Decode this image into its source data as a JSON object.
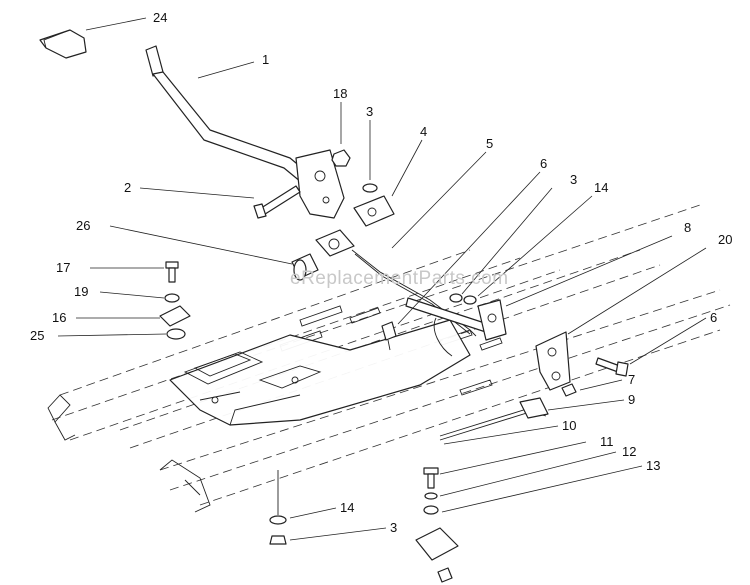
{
  "watermark": "eReplacementParts.com",
  "callouts": [
    {
      "id": "c24",
      "label": "24"
    },
    {
      "id": "c1",
      "label": "1"
    },
    {
      "id": "c18",
      "label": "18"
    },
    {
      "id": "c3a",
      "label": "3"
    },
    {
      "id": "c4",
      "label": "4"
    },
    {
      "id": "c5",
      "label": "5"
    },
    {
      "id": "c2",
      "label": "2"
    },
    {
      "id": "c6a",
      "label": "6"
    },
    {
      "id": "c3b",
      "label": "3"
    },
    {
      "id": "c14a",
      "label": "14"
    },
    {
      "id": "c26",
      "label": "26"
    },
    {
      "id": "c8",
      "label": "8"
    },
    {
      "id": "c20",
      "label": "20"
    },
    {
      "id": "c17",
      "label": "17"
    },
    {
      "id": "c19",
      "label": "19"
    },
    {
      "id": "c16",
      "label": "16"
    },
    {
      "id": "c25",
      "label": "25"
    },
    {
      "id": "c6b",
      "label": "6"
    },
    {
      "id": "c7",
      "label": "7"
    },
    {
      "id": "c9",
      "label": "9"
    },
    {
      "id": "c10",
      "label": "10"
    },
    {
      "id": "c11",
      "label": "11"
    },
    {
      "id": "c12",
      "label": "12"
    },
    {
      "id": "c13",
      "label": "13"
    },
    {
      "id": "c14b",
      "label": "14"
    },
    {
      "id": "c3c",
      "label": "3"
    }
  ]
}
